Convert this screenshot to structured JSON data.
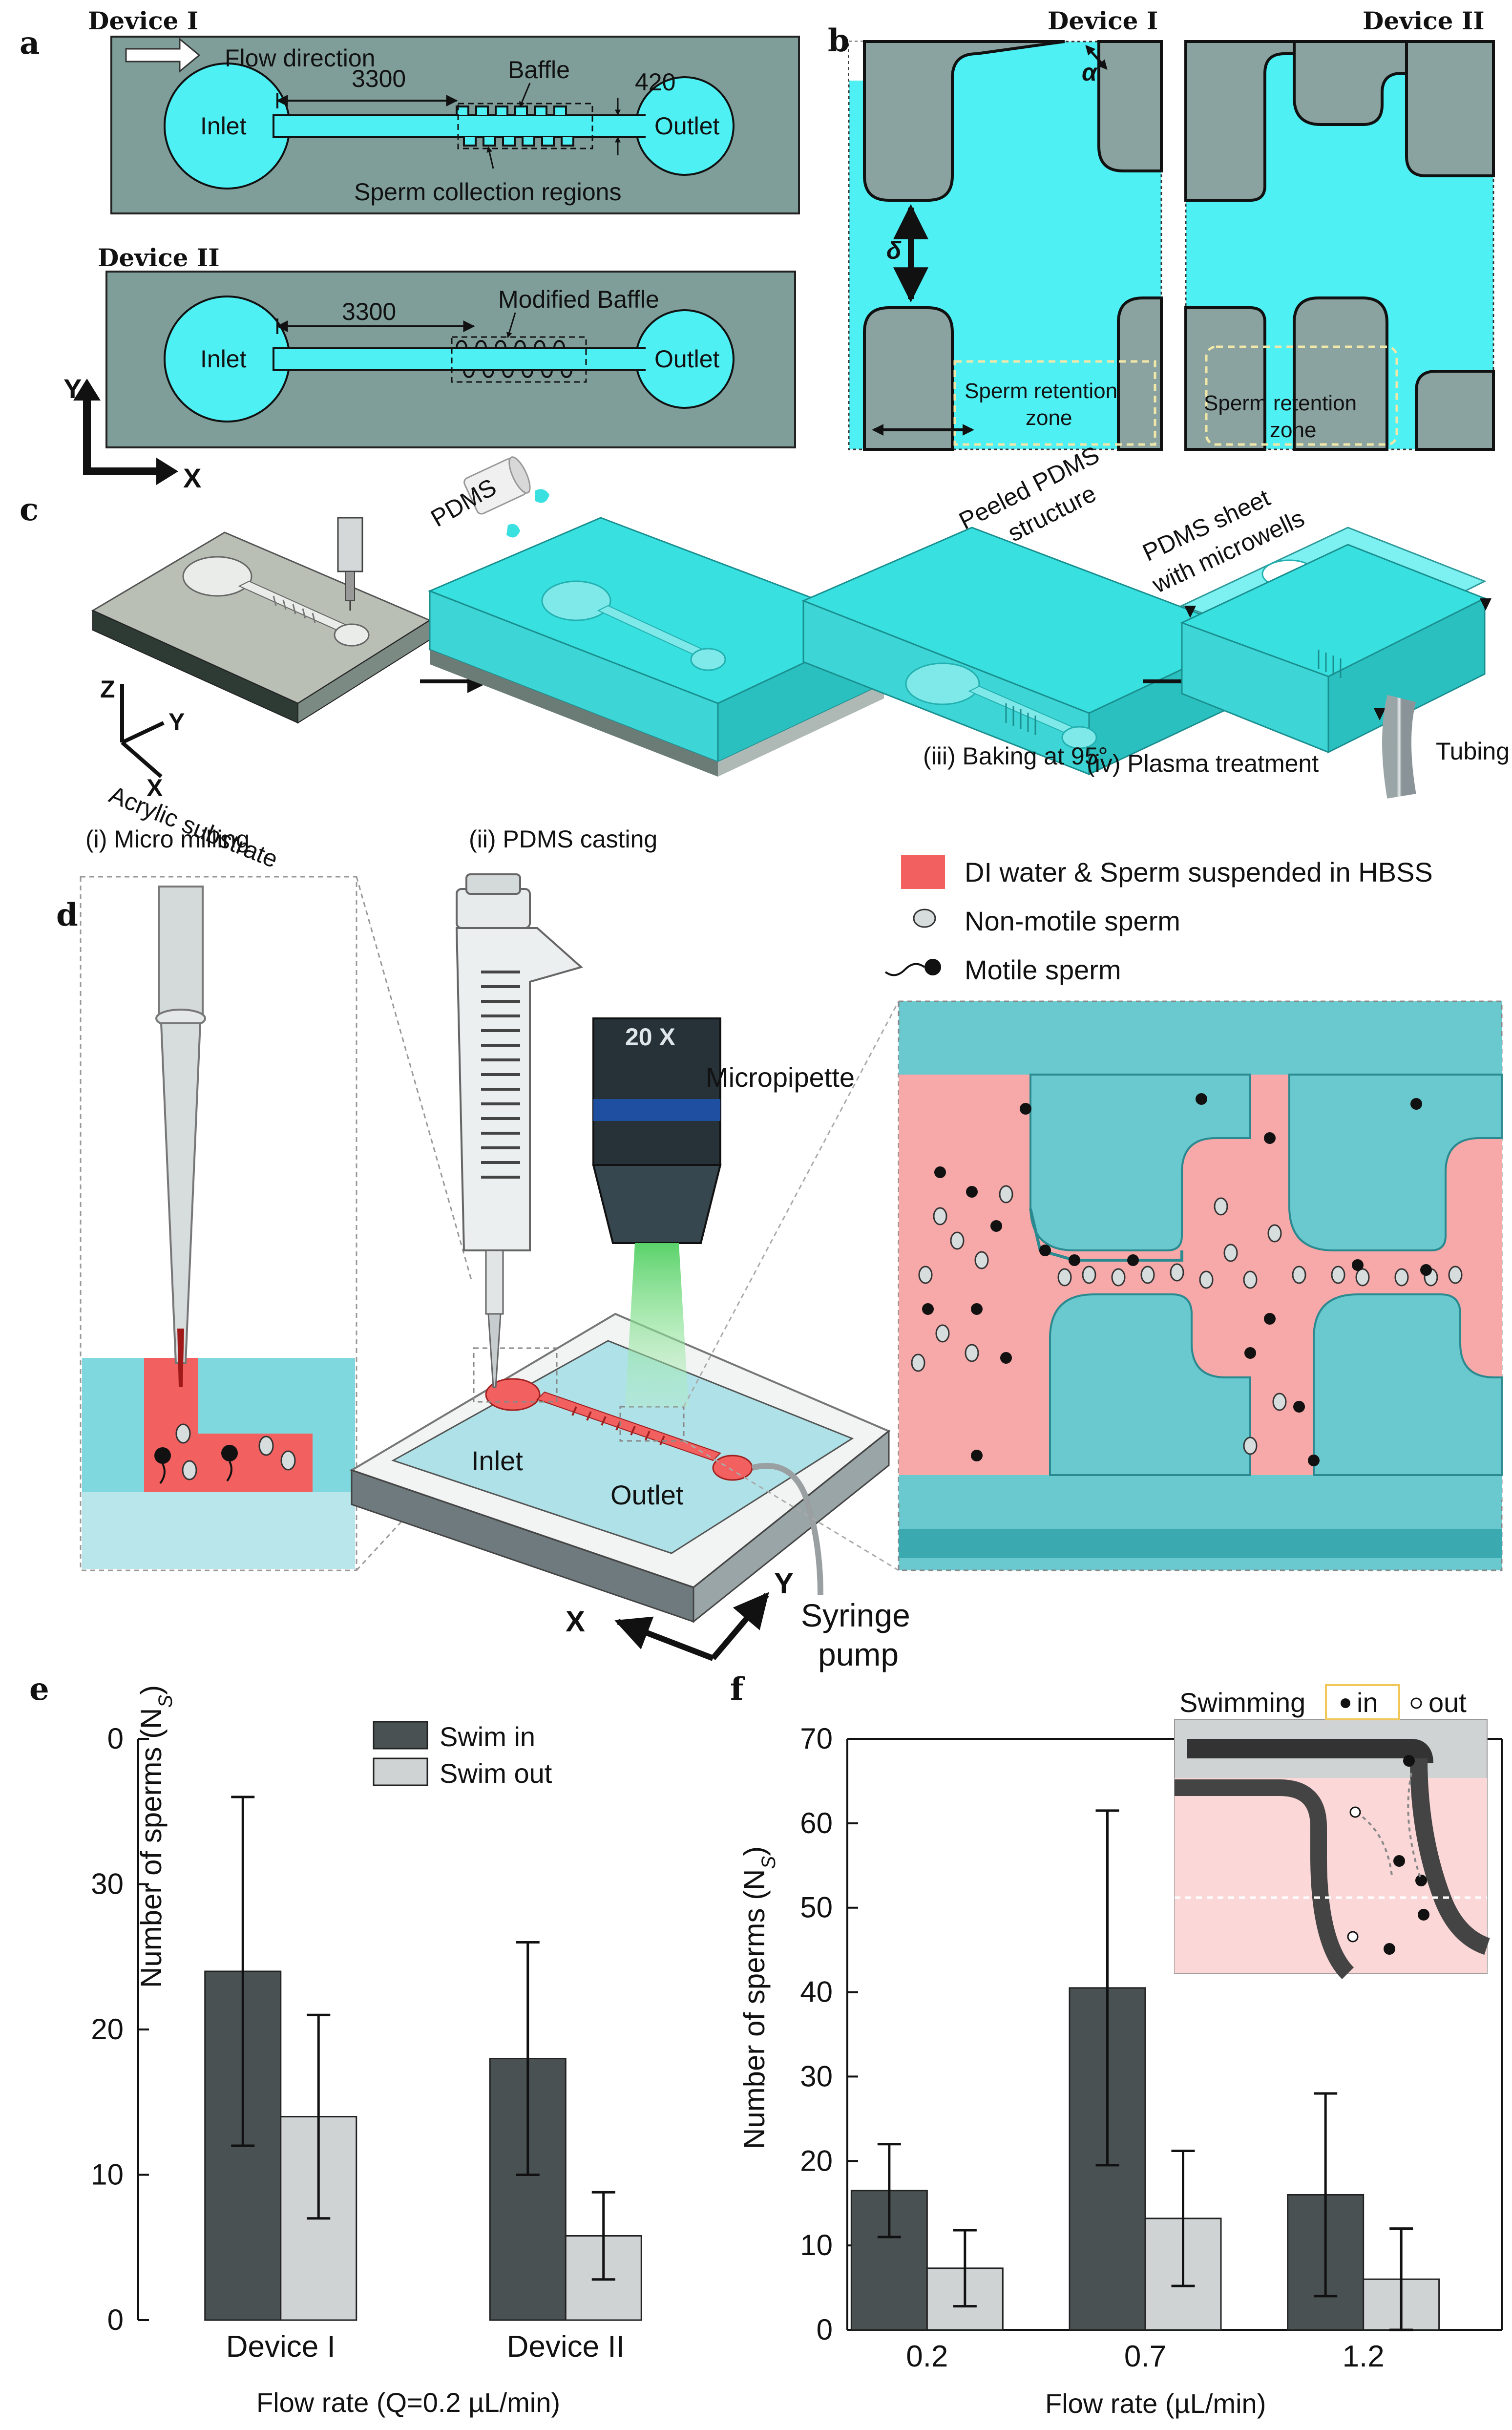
{
  "panels": {
    "a": {
      "label": "a",
      "device1_title": "Device I",
      "device2_title": "Device II",
      "flow_direction": "Flow direction",
      "length": "3300",
      "baffle": "Baffle",
      "width": "420",
      "inlet": "Inlet",
      "outlet": "Outlet",
      "collection_regions": "Sperm collection regions",
      "modified_baffle": "Modified Baffle",
      "axis_y": "Y",
      "axis_x": "X"
    },
    "b": {
      "label": "b",
      "device1_title": "Device I",
      "device2_title": "Device II",
      "alpha": "α",
      "delta": "δ",
      "retention_zone_line1": "Sperm retention",
      "retention_zone_line2": "zone"
    },
    "c": {
      "label": "c",
      "axis_z": "Z",
      "axis_y": "Y",
      "axis_x": "X",
      "acrylic": "Acrylic substrate",
      "pdms": "PDMS",
      "peeled_line1": "Peeled PDMS",
      "peeled_line2": "structure",
      "sheet_line1": "PDMS sheet",
      "sheet_line2": "with microwells",
      "tubing": "Tubing",
      "step1": "(i) Micro milling",
      "step2": "(ii) PDMS casting",
      "step3": "(iii) Baking at 95°",
      "step4": "(iv) Plasma treatment"
    },
    "d": {
      "label": "d",
      "micropipette": "Micropipette",
      "objective": "20 X",
      "inlet": "Inlet",
      "outlet": "Outlet",
      "axis_x": "X",
      "axis_y": "Y",
      "syringe_line1": "Syringe",
      "syringe_line2": "pump",
      "legend": [
        {
          "label": "DI water & Sperm suspended in HBSS"
        },
        {
          "label": "Non-motile sperm"
        },
        {
          "label": "Motile sperm"
        }
      ]
    },
    "f_inset": {
      "swimming": "Swimming",
      "in": "in",
      "out": "out"
    }
  },
  "colors": {
    "channel_fill": "#4ff0f3",
    "device_bg": "#7f9e9a",
    "pdms_cyan": "#39e0e0",
    "sperm_pink": "#f7a8a8",
    "sperm_red": "#f26060",
    "wall_teal": "#69c9cf",
    "swim_in": "#4a5152",
    "swim_out": "#cfd3d4"
  },
  "chart_data": [
    {
      "panel": "e",
      "type": "bar",
      "label": "e",
      "categories": [
        "Device I",
        "Device II"
      ],
      "series": [
        {
          "name": "Swim in",
          "values": [
            24,
            18
          ],
          "errors": [
            12,
            8
          ],
          "color": "#4a5152"
        },
        {
          "name": "Swim out",
          "values": [
            14,
            5.8
          ],
          "errors": [
            7,
            3
          ],
          "color": "#cfd3d4"
        }
      ],
      "ylabel": "Number of sperms (N",
      "ylabel_sub": "S",
      "ylabel_end": ")",
      "xlabel": "Flow rate (Q=0.2 µL/min)",
      "ylim": [
        0,
        40
      ],
      "yticks": [
        "0",
        "10",
        "20",
        "30",
        "0"
      ],
      "legend_position": "top-right"
    },
    {
      "panel": "f",
      "type": "bar",
      "label": "f",
      "categories": [
        "0.2",
        "0.7",
        "1.2"
      ],
      "series": [
        {
          "name": "Swim in",
          "values": [
            16.5,
            40.5,
            16
          ],
          "errors": [
            5.5,
            21,
            12
          ],
          "color": "#4a5152"
        },
        {
          "name": "Swim out",
          "values": [
            7.3,
            13.2,
            6
          ],
          "errors": [
            4.5,
            8,
            6
          ],
          "color": "#cfd3d4"
        }
      ],
      "ylabel": "Number of sperms (N",
      "ylabel_sub": "S",
      "ylabel_end": ")",
      "xlabel": "Flow rate (µL/min)",
      "ylim": [
        0,
        70
      ],
      "yticks": [
        "0",
        "10",
        "20",
        "30",
        "40",
        "50",
        "60",
        "70"
      ]
    }
  ]
}
